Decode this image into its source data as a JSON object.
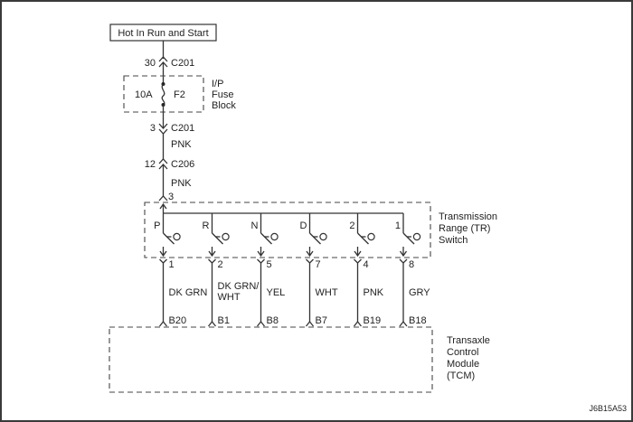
{
  "source": {
    "label": "Hot In Run and Start"
  },
  "connectors": {
    "c201_top": {
      "pin": "30",
      "name": "C201"
    },
    "c201_bottom": {
      "pin": "3",
      "name": "C201"
    },
    "c206": {
      "pin": "12",
      "name": "C206"
    },
    "tr_input": {
      "pin": "3"
    }
  },
  "fuse": {
    "rating": "10A",
    "name": "F2",
    "block_label": [
      "I/P",
      "Fuse",
      "Block"
    ]
  },
  "wires": {
    "feed_1": "PNK",
    "feed_2": "PNK"
  },
  "tr_switch": {
    "label": [
      "Transmission",
      "Range (TR)",
      "Switch"
    ],
    "positions": [
      {
        "name": "P",
        "pin": "1",
        "wire": [
          "DK GRN"
        ],
        "tcm_pin": "B20"
      },
      {
        "name": "R",
        "pin": "2",
        "wire": [
          "DK GRN/",
          "WHT"
        ],
        "tcm_pin": "B1"
      },
      {
        "name": "N",
        "pin": "5",
        "wire": [
          "YEL"
        ],
        "tcm_pin": "B8"
      },
      {
        "name": "D",
        "pin": "7",
        "wire": [
          "WHT"
        ],
        "tcm_pin": "B7"
      },
      {
        "name": "2",
        "pin": "4",
        "wire": [
          "PNK"
        ],
        "tcm_pin": "B19"
      },
      {
        "name": "1",
        "pin": "8",
        "wire": [
          "GRY"
        ],
        "tcm_pin": "B18"
      }
    ]
  },
  "tcm": {
    "label": [
      "Transaxle",
      "Control",
      "Module",
      "(TCM)"
    ]
  },
  "figure_id": "J6B15A53"
}
